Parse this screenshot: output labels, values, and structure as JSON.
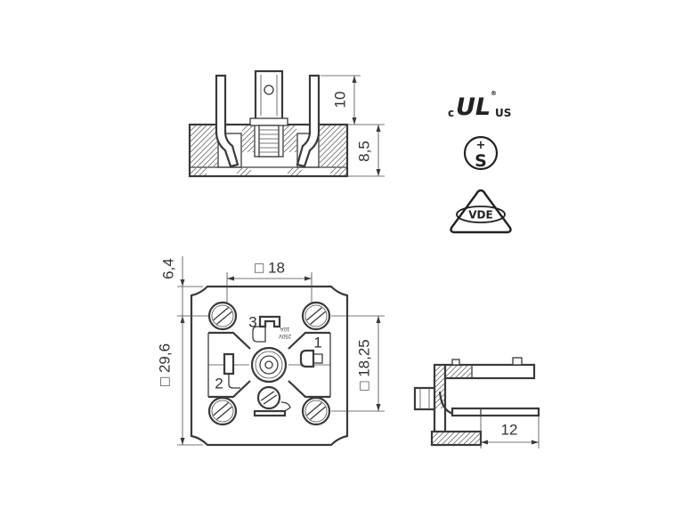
{
  "top_view": {
    "dim_pin_height": "10",
    "dim_body_height": "8,5"
  },
  "approvals": {
    "ul_mark": {
      "prefix": "c",
      "mark": "UL",
      "suffix": "US",
      "registered": "®"
    },
    "s_mark": {
      "symbol": "+",
      "letter": "S"
    },
    "vde_mark": "VDE"
  },
  "front_view": {
    "dim_pitch_horizontal": "□ 18",
    "dim_offset": "6,4",
    "dim_outer_size": "□ 29,6",
    "dim_pitch_vertical": "□ 18,25",
    "contact_labels": {
      "contact_1": "1",
      "contact_2": "2",
      "contact_3": "3"
    },
    "rating_current": "10A",
    "rating_voltage": "250V"
  },
  "side_view": {
    "dim_pin_length": "12"
  },
  "colors": {
    "line": "#3a3a3a",
    "background": "#ffffff"
  }
}
